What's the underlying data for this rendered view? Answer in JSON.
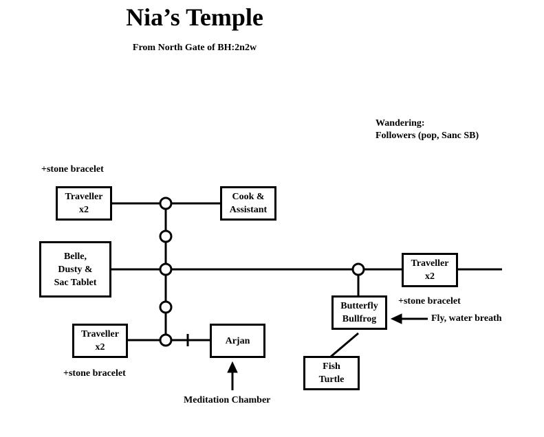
{
  "header": {
    "title": "Nia’s Temple",
    "subtitle": "From North Gate of BH:2n2w"
  },
  "wandering": {
    "label": "Wandering:",
    "text": "Followers (pop, Sanc SB)"
  },
  "rooms": {
    "traveller_top": {
      "line1": "Traveller",
      "line2": "x2",
      "note": "+stone bracelet"
    },
    "cook": {
      "line1": "Cook &",
      "line2": "Assistant"
    },
    "belle": {
      "line1": "Belle,",
      "line2": "Dusty &",
      "line3": "Sac Tablet"
    },
    "traveller_bottom": {
      "line1": "Traveller",
      "line2": "x2",
      "note": "+stone bracelet"
    },
    "arjan": {
      "line1": "Arjan",
      "note": "Meditation Chamber"
    },
    "traveller_right": {
      "line1": "Traveller",
      "line2": "x2",
      "note": "+stone bracelet"
    },
    "butterfly": {
      "line1": "Butterfly",
      "line2": "Bullfrog",
      "note": "Fly, water breath"
    },
    "fish": {
      "line1": "Fish",
      "line2": "Turtle"
    }
  }
}
